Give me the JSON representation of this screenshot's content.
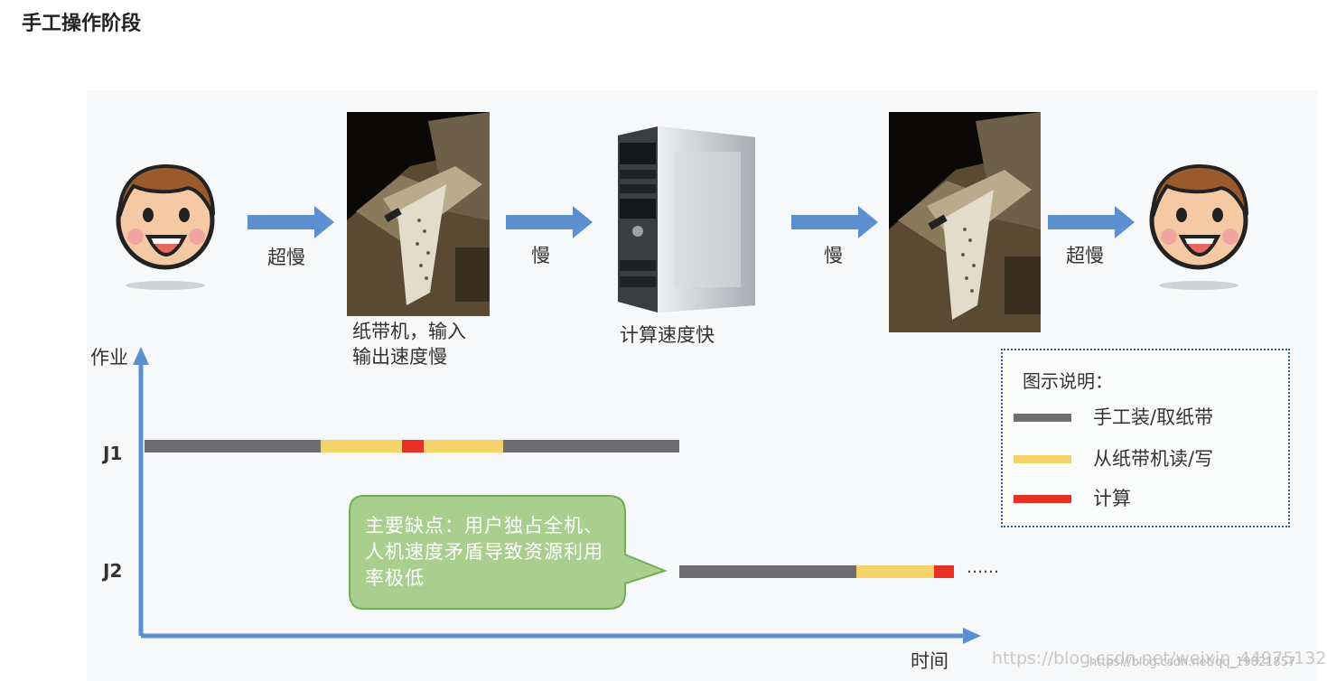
{
  "page": {
    "title": "手工操作阶段"
  },
  "flow": {
    "arrow_labels": [
      "超慢",
      "慢",
      "慢",
      "超慢"
    ],
    "tape_caption_line1": "纸带机，输入",
    "tape_caption_line2": "输出速度慢",
    "computer_caption": "计算速度快"
  },
  "axis": {
    "y_label": "作业",
    "x_label": "时间"
  },
  "jobs": [
    {
      "label": "J1",
      "segments": [
        {
          "kind": "manual",
          "start": 0,
          "end": 195
        },
        {
          "kind": "io",
          "start": 195,
          "end": 285
        },
        {
          "kind": "compute",
          "start": 285,
          "end": 309
        },
        {
          "kind": "io",
          "start": 309,
          "end": 397
        },
        {
          "kind": "manual",
          "start": 397,
          "end": 592
        }
      ]
    },
    {
      "label": "J2",
      "segments": [
        {
          "kind": "manual",
          "start": 592,
          "end": 788
        },
        {
          "kind": "io",
          "start": 788,
          "end": 874
        },
        {
          "kind": "compute",
          "start": 874,
          "end": 896
        }
      ],
      "continuation": "……"
    }
  ],
  "legend": {
    "title": "图示说明：",
    "items": [
      {
        "kind": "manual",
        "label": "手工装/取纸带",
        "color": "#6e6d70"
      },
      {
        "kind": "io",
        "label": "从纸带机读/写",
        "color": "#f4d36b"
      },
      {
        "kind": "compute",
        "label": "计算",
        "color": "#e53224"
      }
    ]
  },
  "callout": {
    "text": "主要缺点：用户独占全机、人机速度矛盾导致资源利用率极低"
  },
  "colors": {
    "arrow": "#5b8fcf",
    "callout_fill": "#a9cf8e",
    "callout_border": "#6fae54",
    "legend_border": "#2b5d91"
  },
  "watermark": {
    "text": "https://blog.csdn.net/weixin_44975132",
    "text2": "https://blog.csdn.net/qq_19821857"
  }
}
